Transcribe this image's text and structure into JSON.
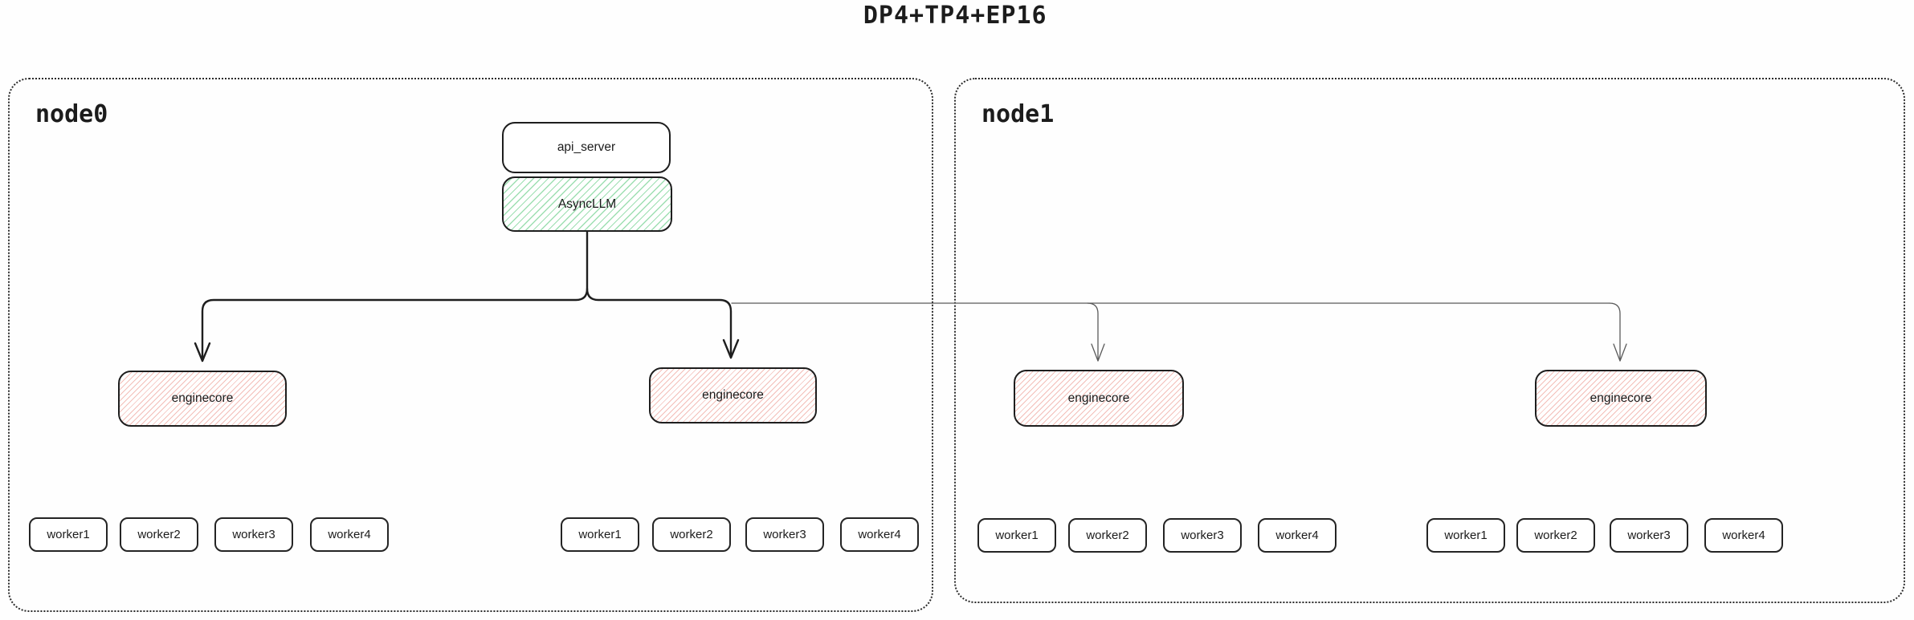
{
  "title": "DP4+TP4+EP16",
  "node0": {
    "label": "node0",
    "api_server": "api_server",
    "async_llm": "AsyncLLM",
    "enginecores": [
      "enginecore",
      "enginecore"
    ],
    "worker_groups": [
      [
        "worker1",
        "worker2",
        "worker3",
        "worker4"
      ],
      [
        "worker1",
        "worker2",
        "worker3",
        "worker4"
      ]
    ]
  },
  "node1": {
    "label": "node1",
    "enginecores": [
      "enginecore",
      "enginecore"
    ],
    "worker_groups": [
      [
        "worker1",
        "worker2",
        "worker3",
        "worker4"
      ],
      [
        "worker1",
        "worker2",
        "worker3",
        "worker4"
      ]
    ]
  },
  "colors": {
    "line": "#1e1e1e",
    "thin_line": "#5a5a5a",
    "green_hatch": "#9edfb2",
    "red_hatch": "#f3beb8"
  }
}
